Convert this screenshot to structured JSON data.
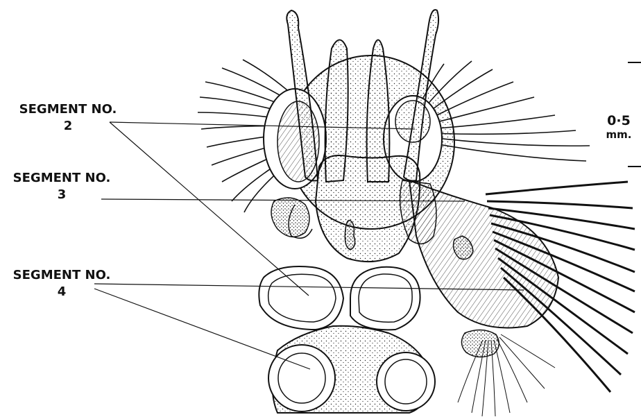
{
  "labels": {
    "segment_2": {
      "line1": "SEGMENT NO.",
      "line2": "2"
    },
    "segment_3": {
      "line1": "SEGMENT NO.",
      "line2": "3"
    },
    "segment_4": {
      "line1": "SEGMENT NO.",
      "line2": "4"
    }
  },
  "scale_bar": {
    "value": "0·5",
    "unit": "mm."
  },
  "colors": {
    "ink": "#111111",
    "paper": "#ffffff"
  }
}
